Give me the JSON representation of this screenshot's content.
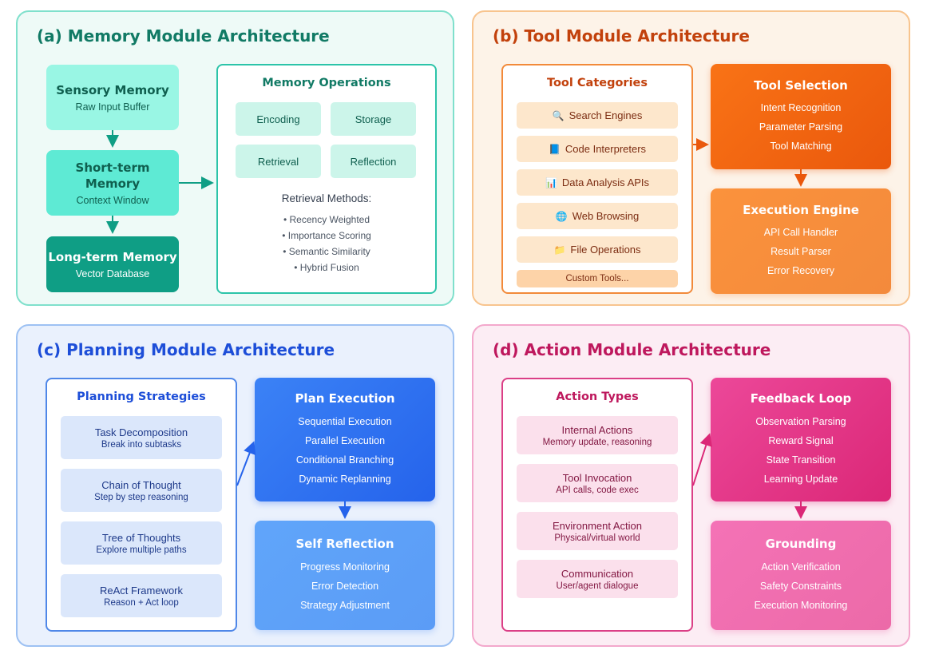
{
  "memory": {
    "title": "(a) Memory Module Architecture",
    "sensory": {
      "title": "Sensory Memory",
      "sub": "Raw Input Buffer"
    },
    "short_term": {
      "title": "Short-term Memory",
      "sub": "Context Window"
    },
    "long_term": {
      "title": "Long-term Memory",
      "sub": "Vector Database"
    },
    "operations": {
      "title": "Memory Operations",
      "items": [
        "Encoding",
        "Storage",
        "Retrieval",
        "Reflection"
      ],
      "methods_title": "Retrieval Methods:",
      "methods": [
        "• Recency Weighted",
        "• Importance Scoring",
        "• Semantic Similarity",
        "• Hybrid Fusion"
      ]
    }
  },
  "tool": {
    "title": "(b) Tool Module Architecture",
    "categories": {
      "title": "Tool Categories",
      "items": [
        {
          "icon": "search-icon",
          "glyph": "🔍",
          "label": "Search Engines"
        },
        {
          "icon": "book-icon",
          "glyph": "📘",
          "label": "Code Interpreters"
        },
        {
          "icon": "chart-icon",
          "glyph": "📊",
          "label": "Data Analysis APIs"
        },
        {
          "icon": "globe-icon",
          "glyph": "🌐",
          "label": "Web Browsing"
        },
        {
          "icon": "folder-icon",
          "glyph": "📁",
          "label": "File Operations"
        }
      ],
      "custom": "Custom Tools..."
    },
    "selection": {
      "title": "Tool Selection",
      "lines": [
        "Intent Recognition",
        "Parameter Parsing",
        "Tool Matching"
      ]
    },
    "execution": {
      "title": "Execution Engine",
      "lines": [
        "API Call Handler",
        "Result Parser",
        "Error Recovery"
      ]
    }
  },
  "planning": {
    "title": "(c) Planning Module Architecture",
    "strategies": {
      "title": "Planning Strategies",
      "items": [
        {
          "name": "Task Decomposition",
          "desc": "Break into subtasks"
        },
        {
          "name": "Chain of Thought",
          "desc": "Step by step reasoning"
        },
        {
          "name": "Tree of Thoughts",
          "desc": "Explore multiple paths"
        },
        {
          "name": "ReAct Framework",
          "desc": "Reason + Act loop"
        }
      ]
    },
    "execution": {
      "title": "Plan Execution",
      "lines": [
        "Sequential Execution",
        "Parallel Execution",
        "Conditional Branching",
        "Dynamic Replanning"
      ]
    },
    "reflection": {
      "title": "Self Reflection",
      "lines": [
        "Progress Monitoring",
        "Error Detection",
        "Strategy Adjustment"
      ]
    }
  },
  "action": {
    "title": "(d) Action Module Architecture",
    "types": {
      "title": "Action Types",
      "items": [
        {
          "name": "Internal Actions",
          "desc": "Memory update, reasoning"
        },
        {
          "name": "Tool Invocation",
          "desc": "API calls, code exec"
        },
        {
          "name": "Environment Action",
          "desc": "Physical/virtual world"
        },
        {
          "name": "Communication",
          "desc": "User/agent dialogue"
        }
      ]
    },
    "feedback": {
      "title": "Feedback Loop",
      "lines": [
        "Observation Parsing",
        "Reward Signal",
        "State Transition",
        "Learning Update"
      ]
    },
    "grounding": {
      "title": "Grounding",
      "lines": [
        "Action Verification",
        "Safety Constraints",
        "Execution Monitoring"
      ]
    }
  },
  "colors": {
    "memory_accent": "#117a65",
    "tool_accent": "#c2410c",
    "planning_accent": "#1d4ed8",
    "action_accent": "#be185d"
  }
}
